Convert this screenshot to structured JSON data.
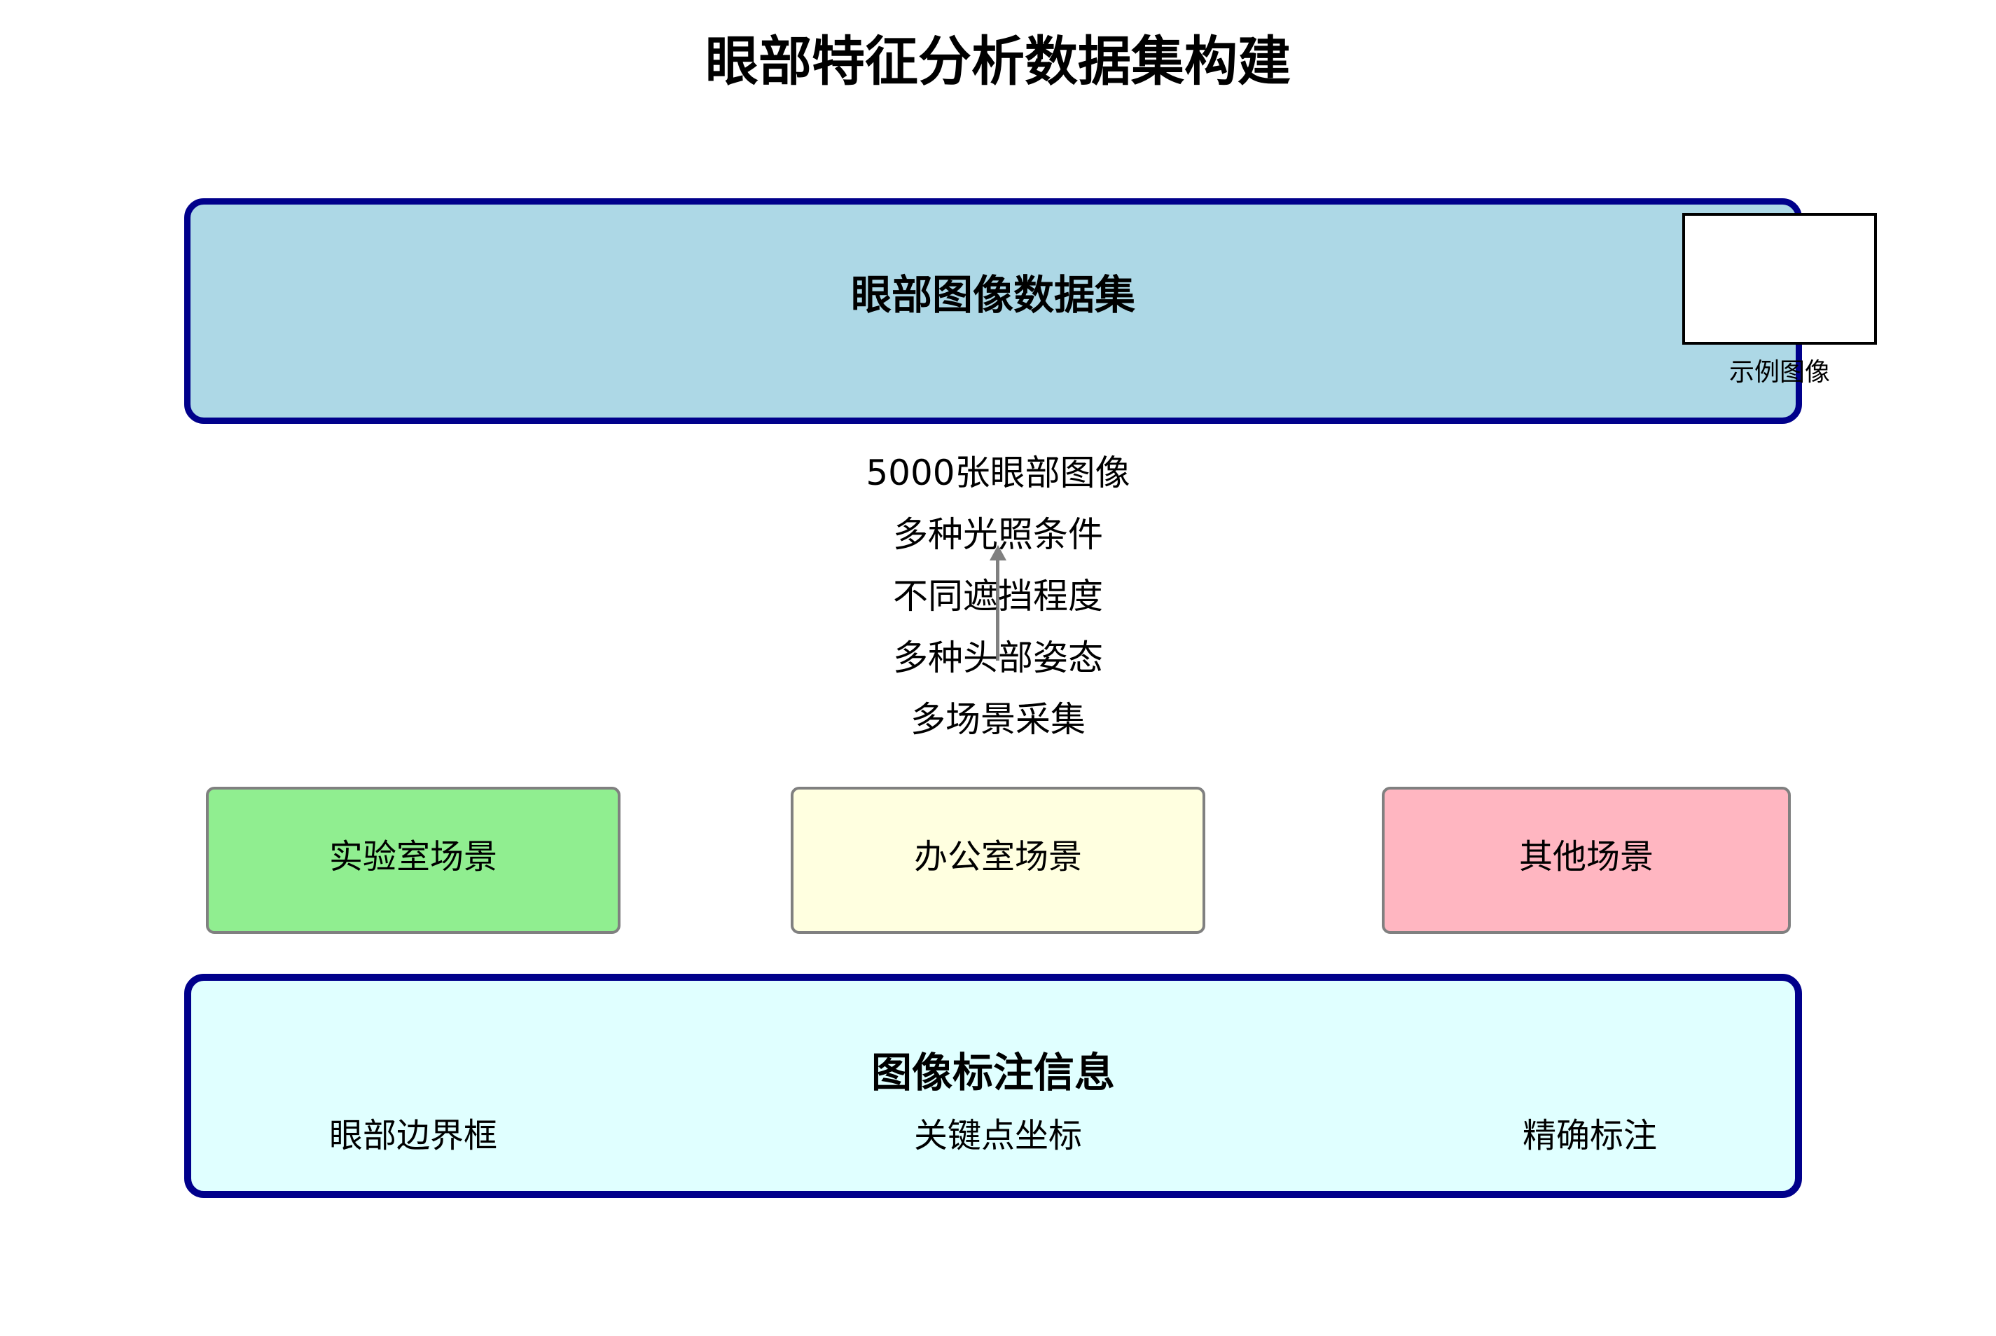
{
  "page_title": "眼部特征分析数据集构建",
  "dataset_box": {
    "title": "眼部图像数据集",
    "example_image_label": "示例图像",
    "features": [
      "5000张眼部图像",
      "多种光照条件",
      "不同遮挡程度",
      "多种头部姿态",
      "多场景采集"
    ]
  },
  "scene_boxes": [
    {
      "label": "实验室场景",
      "fill": "#90EE90"
    },
    {
      "label": "办公室场景",
      "fill": "#FFFFE0"
    },
    {
      "label": "其他场景",
      "fill": "#FFB6C1"
    }
  ],
  "annotation_box": {
    "title": "图像标注信息",
    "items": [
      "眼部边界框",
      "关键点坐标",
      "精确标注"
    ]
  },
  "colors": {
    "dataset_fill": "#ADD8E6",
    "annotation_fill": "#E0FFFF",
    "primary_border": "#00008B",
    "scene_border": "#808080",
    "arrow": "#808080",
    "example_box_fill": "#FFFFFF"
  }
}
